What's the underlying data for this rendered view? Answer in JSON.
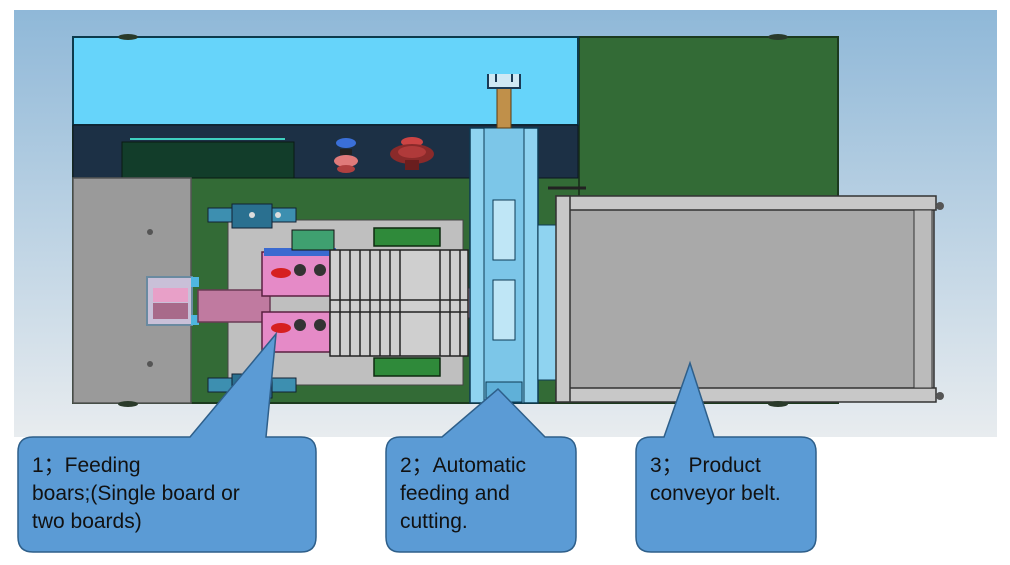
{
  "colors": {
    "background_top": "#8fb8d8",
    "background_bottom": "#e8ecef",
    "panel_green": "#336b36",
    "screen_cyan": "#66d4fa",
    "dark_band": "#1c3045",
    "steel_grey": "#b3b3b3",
    "rail_blue": "#8fd3f0",
    "pink": "#e58ac7",
    "callout_fill": "#5b9bd5",
    "callout_stroke": "#2e5f8a"
  },
  "callouts": [
    {
      "id": 1,
      "text": "1；Feeding\nboars;(Single board or\ntwo boards)"
    },
    {
      "id": 2,
      "text": "2；Automatic\nfeeding and\ncutting."
    },
    {
      "id": 3,
      "text": "3； Product\nconveyor belt."
    }
  ]
}
